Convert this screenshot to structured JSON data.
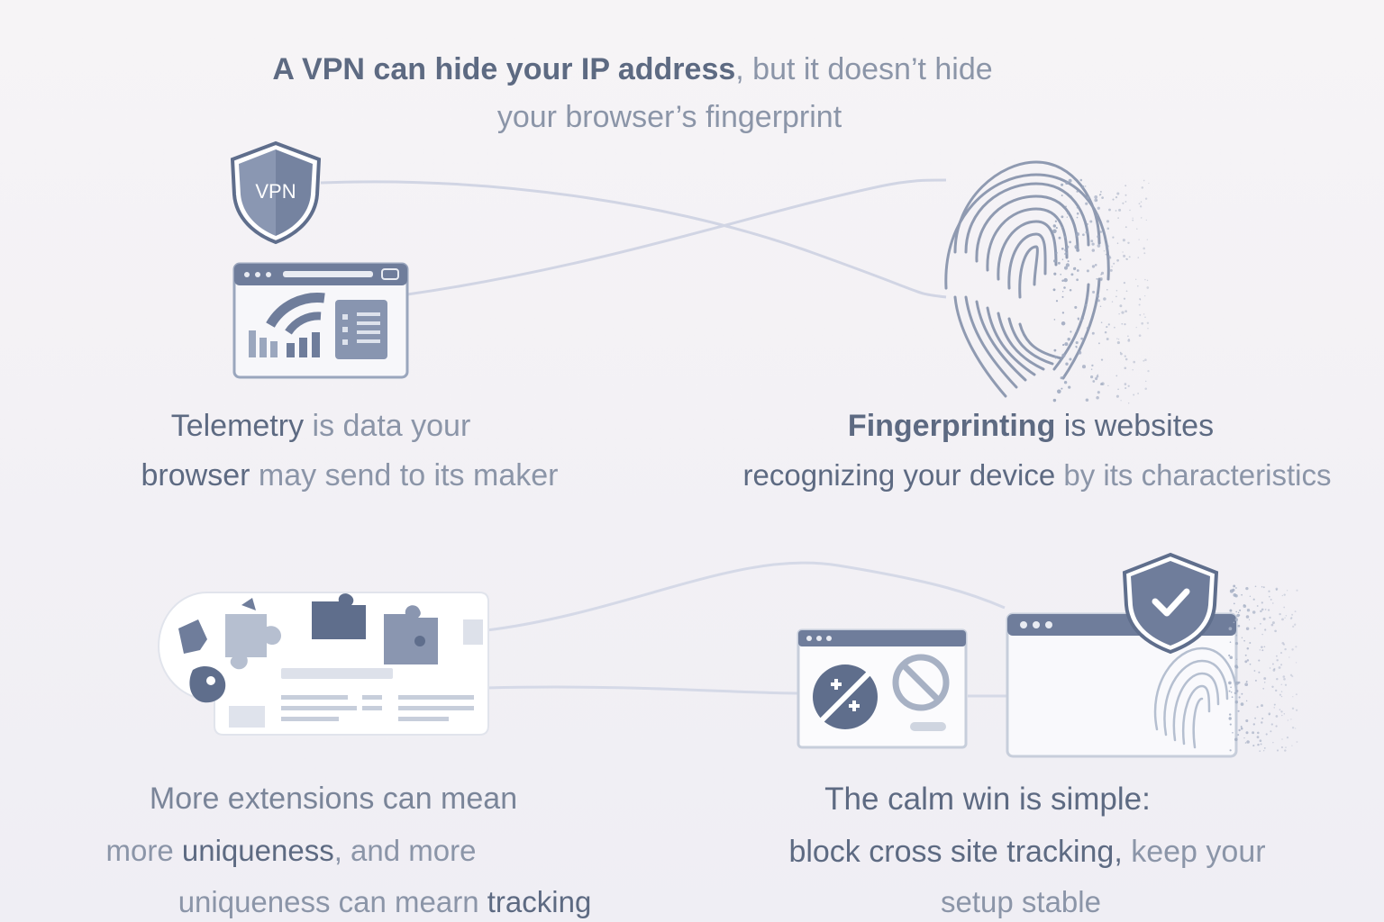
{
  "headline": {
    "line1_bold": "A VPN can hide your IP address",
    "line1_rest": ", but it doesn’t hide",
    "line2": "your browser’s fingerprint"
  },
  "vpn_shield": {
    "label": "VPN",
    "icon": "shield-icon"
  },
  "telemetry": {
    "line1_a": "Telemetry",
    "line1_b": " is data your",
    "line2_a": "browser",
    "line2_b": " may send to its maker"
  },
  "fingerprinting": {
    "line1_a": "Fingerprinting",
    "line1_b": " is  websites",
    "line2_a": "recognizing your device",
    "line2_b": " by its characteristics"
  },
  "extensions": {
    "line1": "More extensions can mean",
    "line2_a": "more ",
    "line2_b": "uniqueness",
    "line2_c": ", and more",
    "line3_a": "uniqueness",
    "line3_b": " can mearn ",
    "line3_c": "tracking"
  },
  "calm_win": {
    "line1": "The calm win is simple:",
    "line2_a": "block cross site tracking,",
    "line2_b": " keep your",
    "line3": "setup stable"
  },
  "colors": {
    "slate": "#6b7a96",
    "slate_dark": "#5a6884",
    "slate_light": "#a9b4c8",
    "line": "#cfd4e3",
    "text_strong": "#5d6a82",
    "text_soft": "#8b95a8"
  }
}
